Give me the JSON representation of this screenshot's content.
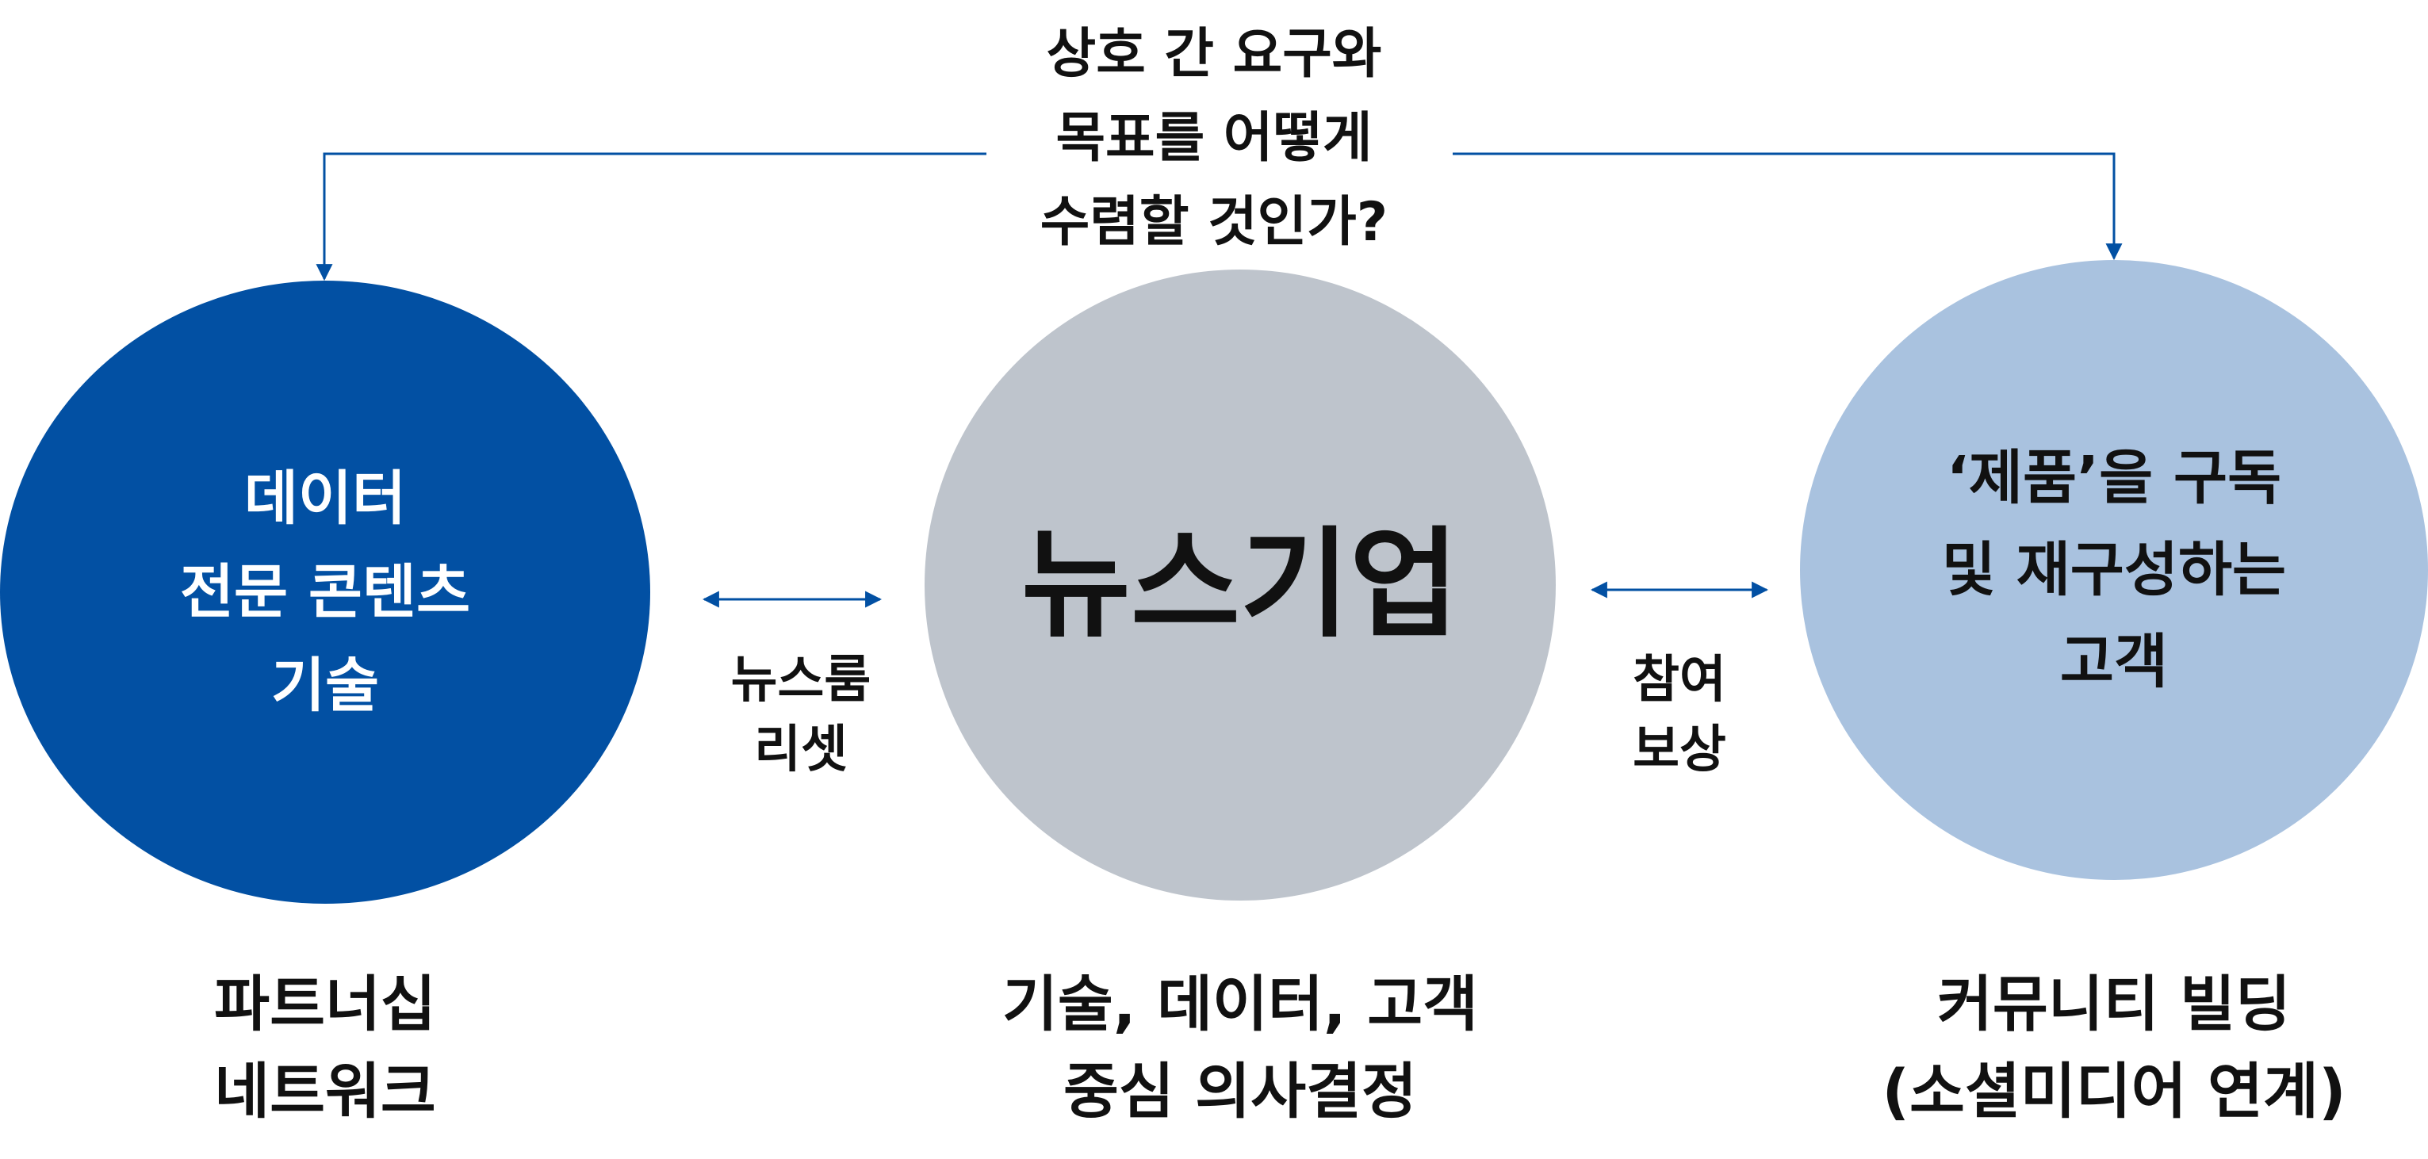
{
  "colors": {
    "dark_blue": "#0250A3",
    "gray": "#BEC4CC",
    "light_blue": "#A9C2DF",
    "arrow": "#0250A3",
    "text_dark": "#111111",
    "text_light": "#FFFFFF"
  },
  "question": {
    "lines": [
      "상호 간 요구와",
      "목표를 어떻게",
      "수렴할 것인가?"
    ]
  },
  "nodes": {
    "left": {
      "lines": [
        "데이터",
        "전문 콘텐츠",
        "기술"
      ],
      "caption": [
        "파트너십",
        "네트워크"
      ]
    },
    "center": {
      "lines": [
        "뉴스기업"
      ],
      "caption": [
        "기술, 데이터, 고객",
        "중심 의사결정"
      ]
    },
    "right": {
      "lines": [
        "‘제품’을 구독",
        "및 재구성하는",
        "고객"
      ],
      "caption": [
        "커뮤니티 빌딩",
        "(소셜미디어 연계)"
      ]
    }
  },
  "links": {
    "left_center": [
      "뉴스룸",
      "리셋"
    ],
    "center_right": [
      "참여",
      "보상"
    ]
  }
}
